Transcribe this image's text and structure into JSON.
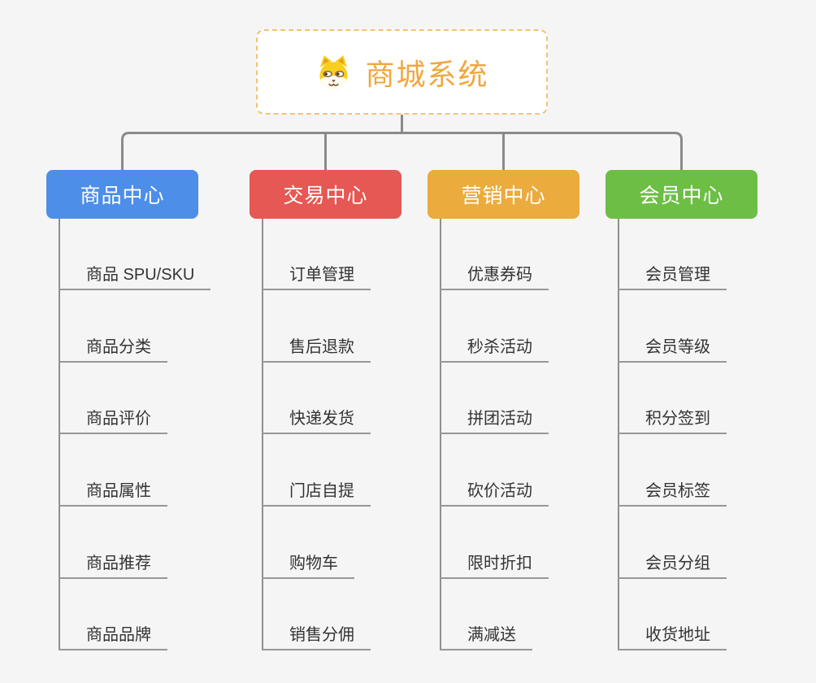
{
  "root": {
    "label": "商城系统",
    "icon": "dog-face-icon",
    "text_color": "#f0a73e",
    "border_color": "#f2c276",
    "background": "#ffffff"
  },
  "connector_color": "#8a8a8a",
  "underline_color": "#979797",
  "page_background": "#f5f5f6",
  "branches": [
    {
      "label": "商品中心",
      "color": "#4d8ee8",
      "children": [
        "商品 SPU/SKU",
        "商品分类",
        "商品评价",
        "商品属性",
        "商品推荐",
        "商品品牌"
      ]
    },
    {
      "label": "交易中心",
      "color": "#e65853",
      "children": [
        "订单管理",
        "售后退款",
        "快递发货",
        "门店自提",
        "购物车",
        "销售分佣"
      ]
    },
    {
      "label": "营销中心",
      "color": "#ebab3d",
      "children": [
        "优惠券码",
        "秒杀活动",
        "拼团活动",
        "砍价活动",
        "限时折扣",
        "满减送"
      ]
    },
    {
      "label": "会员中心",
      "color": "#6dbe45",
      "children": [
        "会员管理",
        "会员等级",
        "积分签到",
        "会员标签",
        "会员分组",
        "收货地址"
      ]
    }
  ]
}
